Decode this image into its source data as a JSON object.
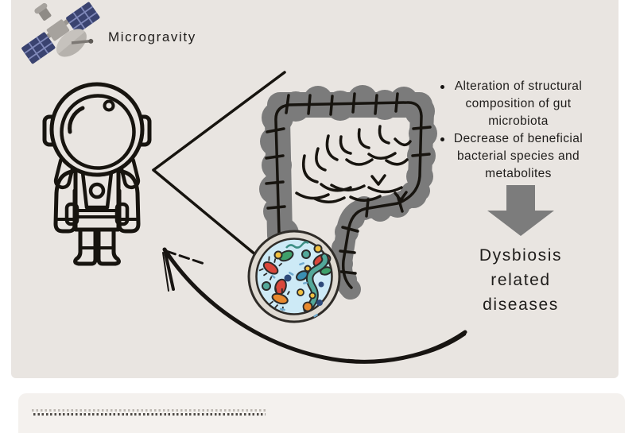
{
  "header": {
    "microgravity_label": "Microgravity"
  },
  "bullets": {
    "items": [
      {
        "text": "Alteration of structural composition of gut microbiota"
      },
      {
        "text": "Decrease of beneficial bacterial species and metabolites"
      }
    ]
  },
  "outcome": {
    "text": "Dysbiosis related diseases"
  },
  "icons": {
    "satellite": "satellite-icon",
    "astronaut": "astronaut-line-art",
    "intestine": "large-intestine-illustration",
    "microbiota": "gut-microbiota-magnified-circle",
    "down_arrow": "down-arrow",
    "feedback_arrow": "curved-sketch-arrow",
    "zoom_lines": "magnifier-callout-lines"
  },
  "colors": {
    "background": "#ffffff",
    "panel": "#e9e5e1",
    "panel_bottom": "#f4f1ee",
    "intestine_gray": "#7b7b7b",
    "arrow_gray": "#7c7c7c",
    "text": "#1f1d1b",
    "dish_ring": "#dfdad2",
    "dish_fill": "#cdeaf6",
    "satellite_navy": "#3a4370",
    "microbe_red": "#d9473b",
    "microbe_green": "#3fa06a",
    "microbe_teal": "#53a89a",
    "microbe_yellow": "#f0c040",
    "microbe_orange": "#e8892e",
    "microbe_navy": "#2e4a7a"
  }
}
